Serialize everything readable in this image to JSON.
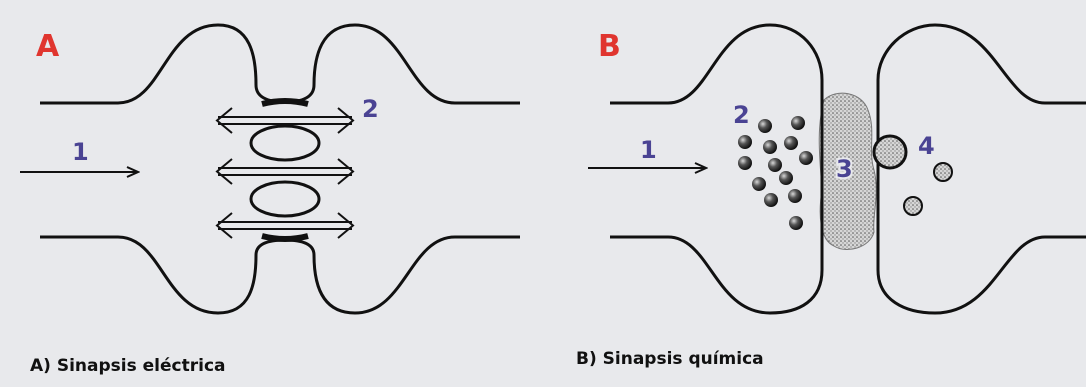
{
  "panel_a": {
    "letter": "A",
    "labels": {
      "input": "1",
      "junction": "2"
    },
    "caption": "A) Sinapsis eléctrica"
  },
  "panel_b": {
    "letter": "B",
    "labels": {
      "input": "1",
      "vesicles": "2",
      "cleft": "3",
      "receptor": "4"
    },
    "caption": "B) Sinapsis química"
  },
  "colors": {
    "background": "#e8e9ec",
    "letter": "#e0352f",
    "number": "#4a4393",
    "line": "#111111"
  }
}
